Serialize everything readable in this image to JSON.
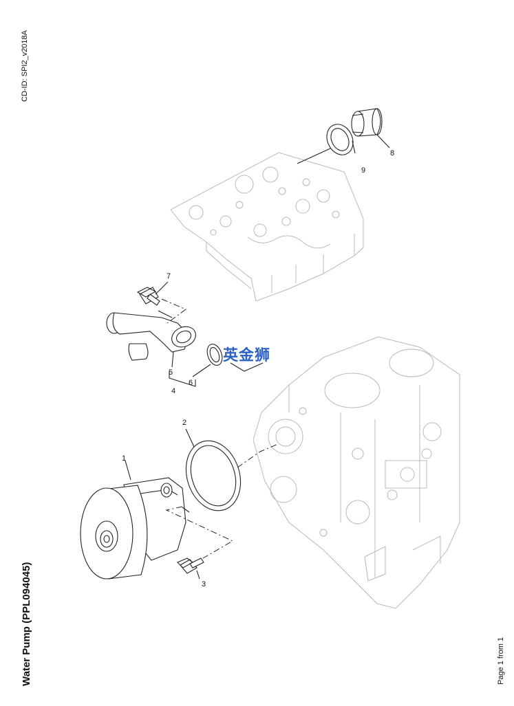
{
  "document": {
    "cd_id": "CD-ID: SPI2_v2018A",
    "title": "Water Pump (PPL094045)",
    "page_indicator": "Page 1 from 1"
  },
  "watermark": "英金狮",
  "callouts": [
    "1",
    "2",
    "3",
    "4",
    "5",
    "6",
    "7",
    "8",
    "9"
  ]
}
